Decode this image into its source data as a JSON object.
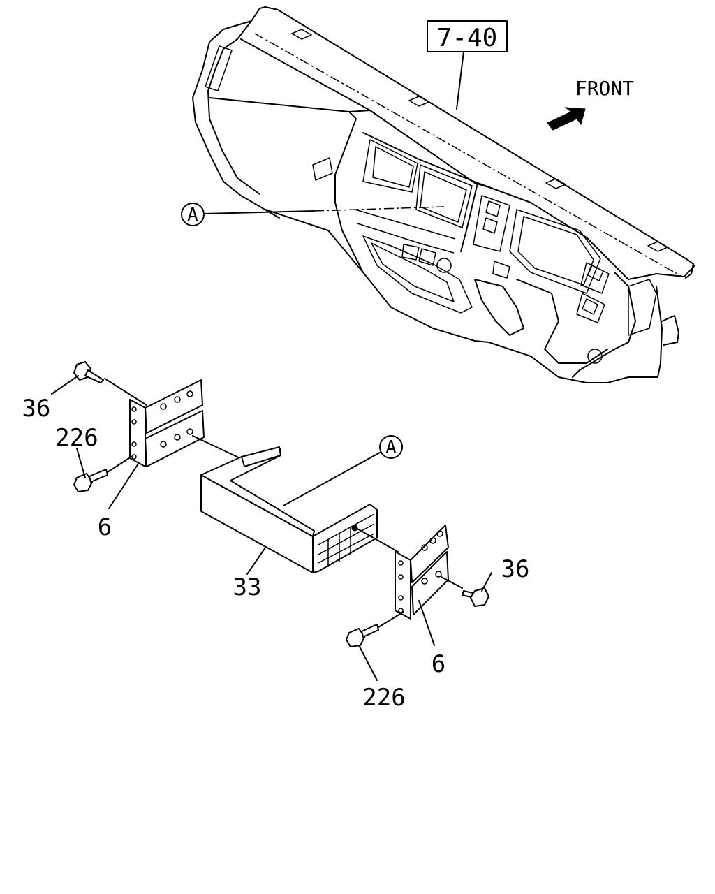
{
  "reference_box": {
    "label": "7-40"
  },
  "direction": {
    "label": "FRONT"
  },
  "detail_marker": {
    "letter": "A"
  },
  "callouts": {
    "screw_upper_left": "36",
    "bolt_upper_left": "226",
    "bracket_left": "6",
    "bezel": "33",
    "screw_right": "36",
    "bracket_right": "6",
    "bolt_lower_right": "226"
  }
}
